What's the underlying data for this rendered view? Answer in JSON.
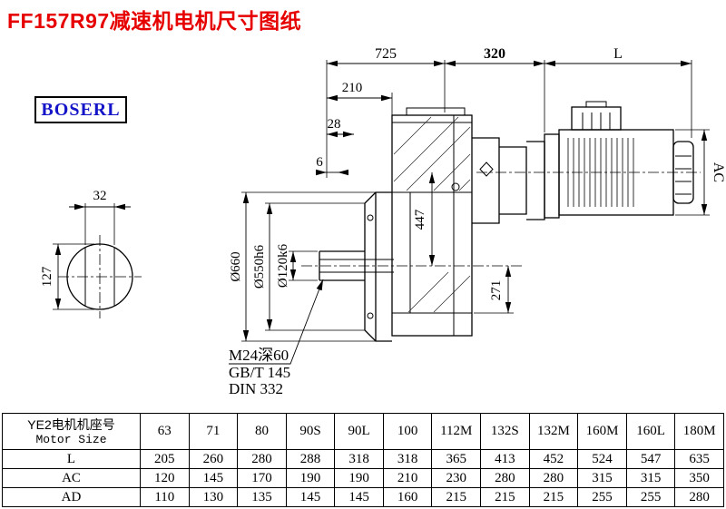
{
  "page": {
    "title": "FF157R97减速机电机尺寸图纸"
  },
  "logo": {
    "text": "BOSERL"
  },
  "drawing": {
    "dims": {
      "top_725": "725",
      "top_320": "320",
      "top_L": "L",
      "d210": "210",
      "d28": "28",
      "d6": "6",
      "ac": "AC",
      "d447": "447",
      "d271": "271",
      "dia660": "Ø660",
      "dia550": "Ø550h6",
      "dia120": "Ø120k6",
      "shaft_d32": "32",
      "shaft_d127": "127"
    },
    "notes": {
      "tap": "M24深60",
      "gb": "GB/T 145",
      "din": "DIN 332"
    }
  },
  "table": {
    "header_cn": "YE2电机机座号",
    "header_en": "Motor Size",
    "sizes": [
      "63",
      "71",
      "80",
      "90S",
      "90L",
      "100",
      "112M",
      "132S",
      "132M",
      "160M",
      "160L",
      "180M"
    ],
    "rows": [
      {
        "label": "L",
        "values": [
          "205",
          "260",
          "280",
          "288",
          "318",
          "318",
          "365",
          "413",
          "452",
          "524",
          "547",
          "635"
        ]
      },
      {
        "label": "AC",
        "values": [
          "120",
          "145",
          "170",
          "190",
          "190",
          "210",
          "230",
          "280",
          "280",
          "315",
          "315",
          "350"
        ]
      },
      {
        "label": "AD",
        "values": [
          "110",
          "130",
          "135",
          "145",
          "145",
          "160",
          "215",
          "215",
          "215",
          "255",
          "255",
          "280"
        ]
      }
    ]
  }
}
